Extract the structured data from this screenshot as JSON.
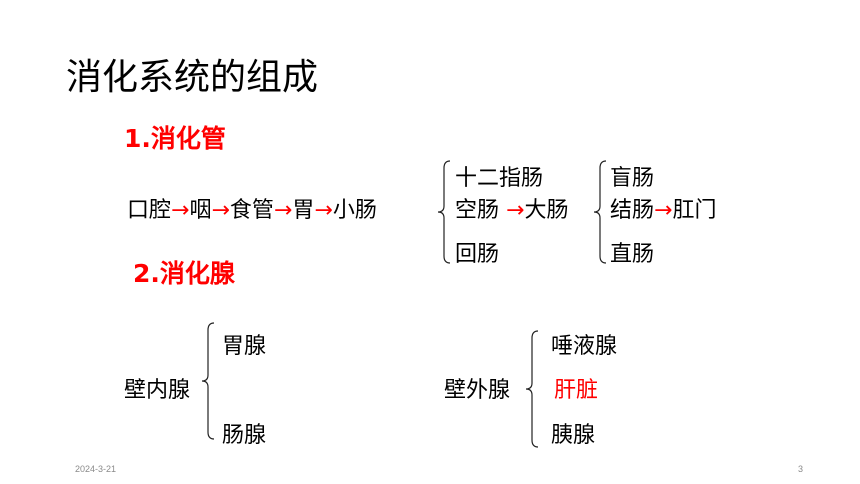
{
  "title": "消化系统的组成",
  "section1": {
    "heading": "1.消化管",
    "chain": [
      "口腔",
      "咽",
      "食管",
      "胃",
      "小肠"
    ],
    "arrow": "→",
    "small_intestine": [
      "十二指肠",
      "空肠",
      "回肠"
    ],
    "large_intestine_arrow": "→",
    "large_intestine": "大肠",
    "large_intestine_parts": [
      "盲肠",
      "结肠",
      "直肠"
    ],
    "colon_arrow": "→",
    "anus": "肛门"
  },
  "section2": {
    "heading": "2.消化腺",
    "intramural": {
      "label": "壁内腺",
      "items": [
        "胃腺",
        "肠腺"
      ]
    },
    "extramural": {
      "label": "壁外腺",
      "items": [
        "唾液腺",
        "肝脏",
        "胰腺"
      ]
    }
  },
  "footer": {
    "date": "2024-3-21",
    "page": "3"
  },
  "colors": {
    "accent": "#ff0000",
    "text": "#000000",
    "footer": "#8a8a8a"
  }
}
